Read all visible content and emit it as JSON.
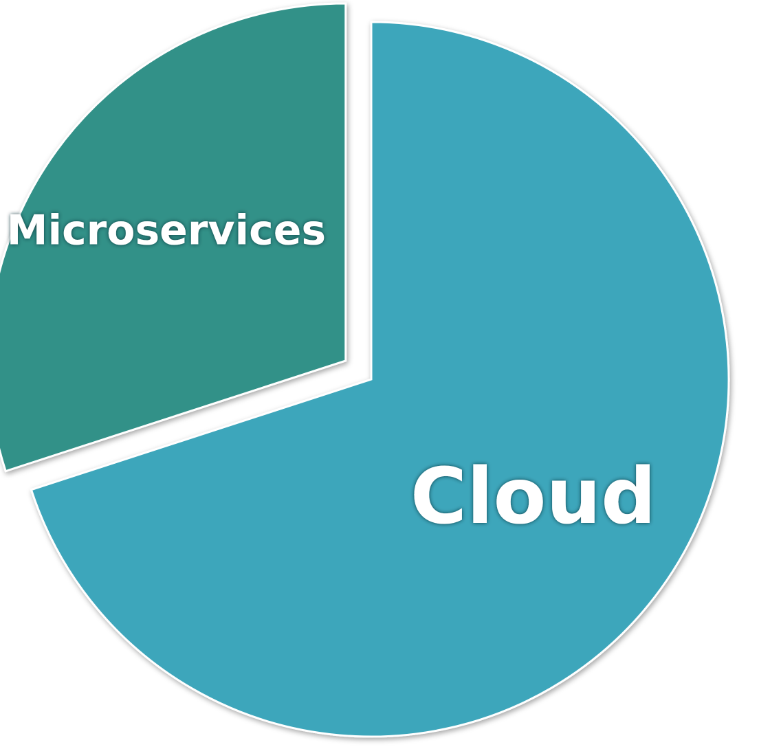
{
  "chart_data": {
    "type": "pie",
    "slices": [
      {
        "label": "Cloud",
        "value": 70,
        "color": "#3ea6bb",
        "exploded": false
      },
      {
        "label": "Microservices",
        "value": 30,
        "color": "#339188",
        "exploded": true
      }
    ],
    "start_angle": "12 o'clock",
    "direction": "clockwise",
    "border_color": "#ffffff"
  }
}
